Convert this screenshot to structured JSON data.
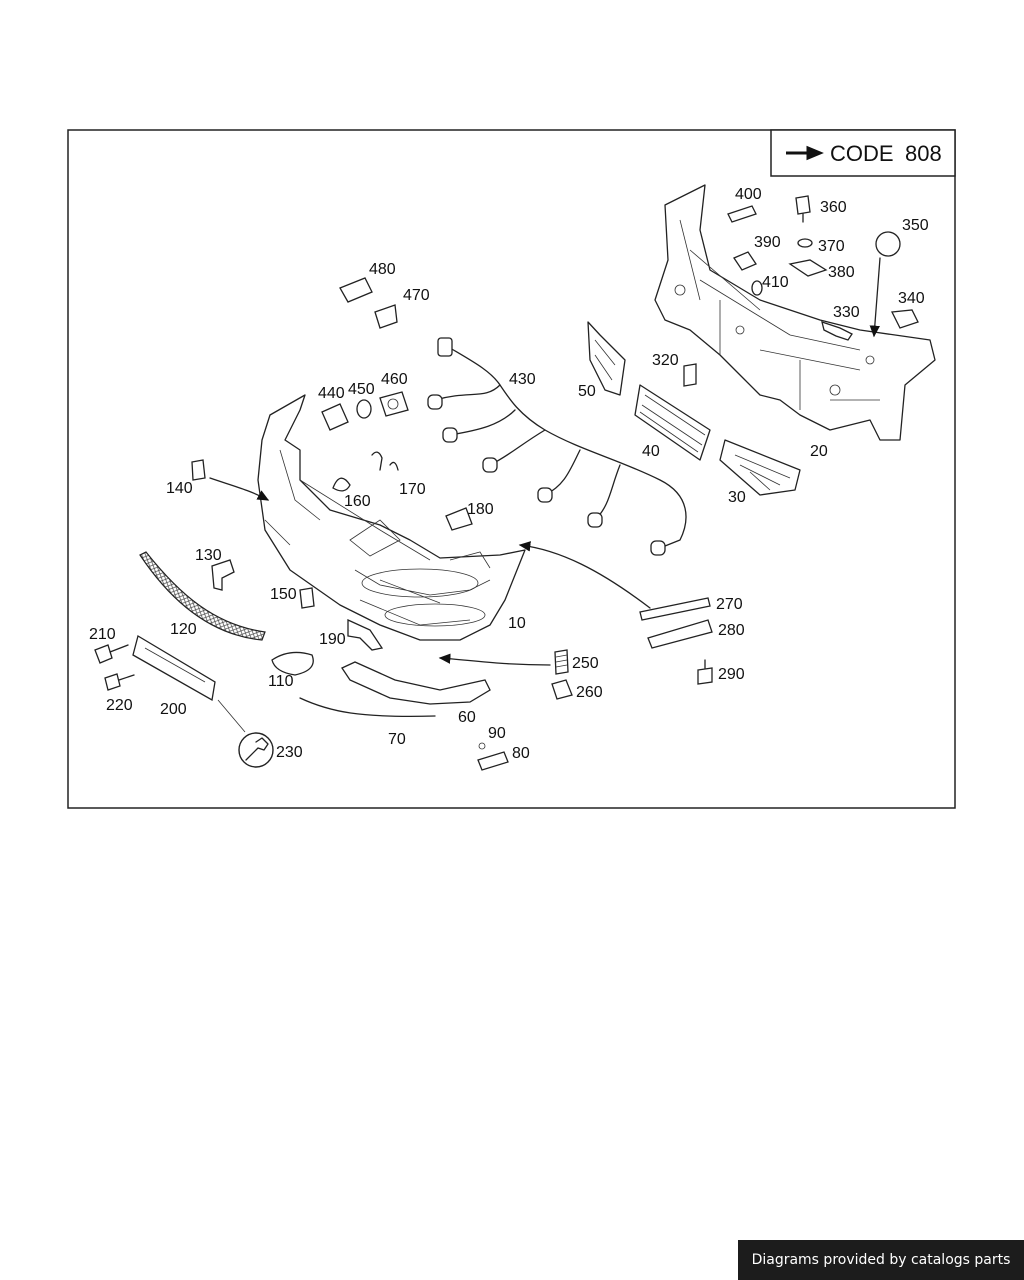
{
  "code_box": {
    "label": "CODE",
    "number": "808"
  },
  "callouts": [
    "10",
    "20",
    "30",
    "40",
    "50",
    "60",
    "70",
    "80",
    "90",
    "110",
    "120",
    "130",
    "140",
    "150",
    "160",
    "170",
    "180",
    "190",
    "200",
    "210",
    "220",
    "230",
    "250",
    "260",
    "270",
    "280",
    "290",
    "320",
    "330",
    "340",
    "350",
    "360",
    "370",
    "380",
    "390",
    "400",
    "410",
    "430",
    "440",
    "450",
    "460",
    "470",
    "480"
  ],
  "footer": {
    "credit": "Diagrams provided by catalogs parts"
  }
}
